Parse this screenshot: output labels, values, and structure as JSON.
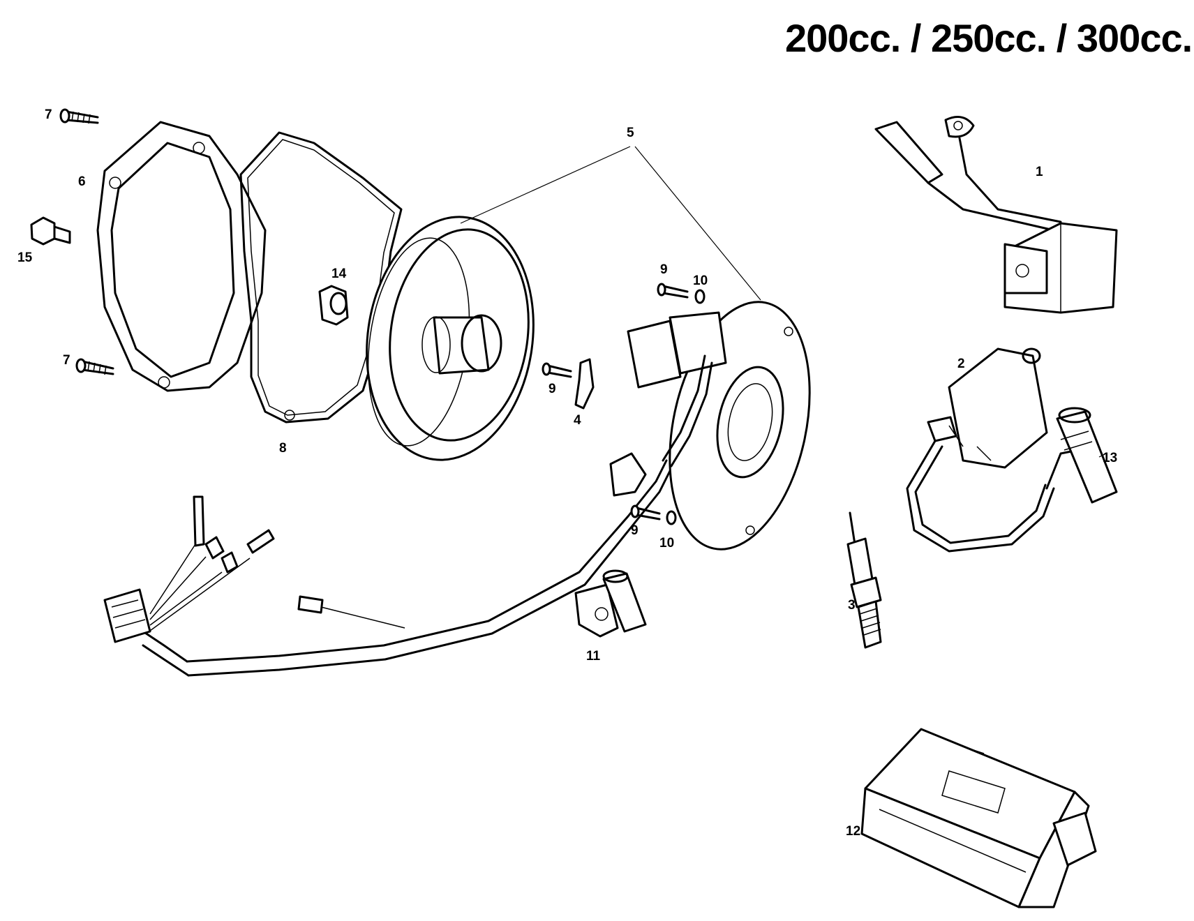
{
  "title": "200cc. / 250cc. / 300cc.",
  "labels": [
    "1",
    "2",
    "3",
    "4",
    "5",
    "6",
    "7",
    "7",
    "8",
    "9",
    "9",
    "9",
    "10",
    "10",
    "11",
    "12",
    "13",
    "14",
    "15"
  ]
}
